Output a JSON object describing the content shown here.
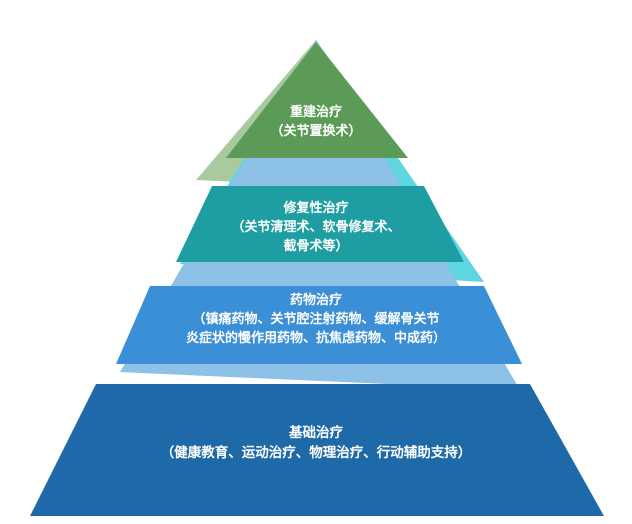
{
  "colors": {
    "tier1": "#5c9a58",
    "tier1_ribbon": "#a9c99e",
    "tier2": "#1e9ea2",
    "tier2_ribbon": "#5dd6e0",
    "tier3": "#3a8fd6",
    "tier3_ribbon": "#8dc1e8",
    "tier4": "#1e6aa8",
    "text": "#ffffff"
  },
  "tiers": [
    {
      "title": "重建治疗",
      "detail_1": "（关节置换术）"
    },
    {
      "title": "修复性治疗",
      "detail_1": "（关节清理术、软骨修复术、",
      "detail_2": "截骨术等）"
    },
    {
      "title": "药物治疗",
      "detail_1": "（镇痛药物、关节腔注射药物、缓解骨关节",
      "detail_2": "炎症状的慢作用药物、抗焦虑药物、中成药）"
    },
    {
      "title": "基础治疗",
      "detail_1": "（健康教育、运动治疗、物理治疗、行动辅助支持）"
    }
  ]
}
